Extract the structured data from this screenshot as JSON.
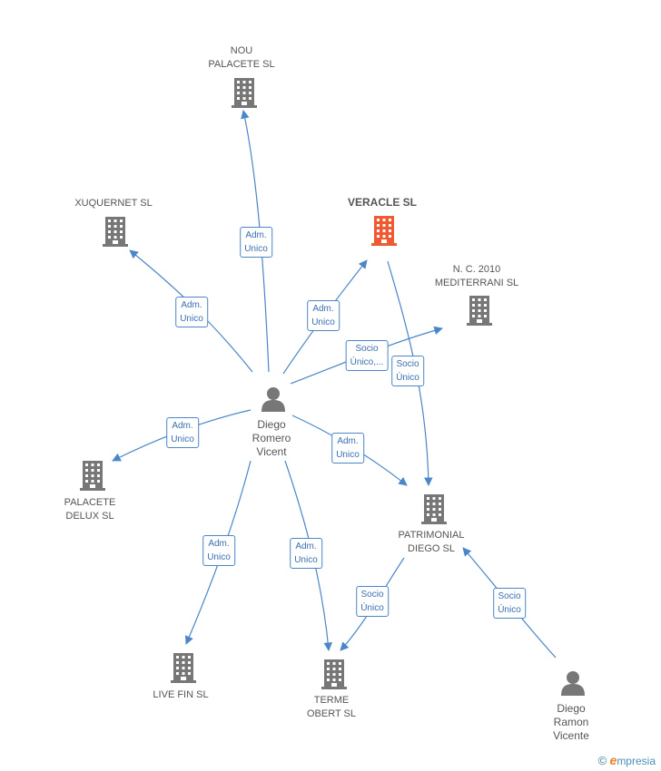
{
  "colors": {
    "edge": "#4a86c8",
    "building": "#777777",
    "building_main": "#f05a32",
    "person": "#777777"
  },
  "nodes": {
    "nou_palacete": "NOU\nPALACETE SL",
    "xuquernet": "XUQUERNET SL",
    "veracle": "VERACLE SL",
    "nc2010": "N.  C. 2010\nMEDITERRANI SL",
    "palacete_delux": "PALACETE\nDELUX SL",
    "patrimonial": "PATRIMONIAL\nDIEGO SL",
    "live_fin": "LIVE FIN SL",
    "terme_obert": "TERME\nOBERT SL",
    "diego_romero": "Diego\nRomero\nVicent",
    "diego_ramon": "Diego\nRamon\nVicente"
  },
  "edges": {
    "e1": "Adm.\nUnico",
    "e2": "Adm.\nUnico",
    "e3": "Adm.\nUnico",
    "e4": "Socio\nÚnico,...",
    "e5": "Socio\nÚnico",
    "e6": "Adm.\nUnico",
    "e7": "Adm.\nUnico",
    "e8": "Adm.\nUnico",
    "e9": "Adm.\nUnico",
    "e10": "Socio\nÚnico",
    "e11": "Socio\nÚnico"
  },
  "footer": {
    "copyright": "©",
    "brand_e": "e",
    "brand_rest": "mpresia"
  }
}
